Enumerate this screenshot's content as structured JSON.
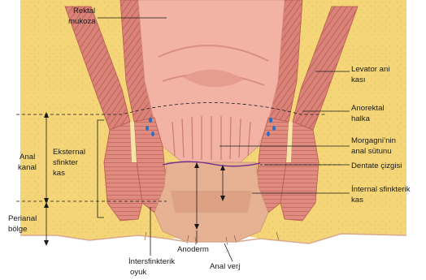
{
  "diagram": {
    "labels": {
      "rektal_mukoza": [
        "Rektal",
        "mukoza"
      ],
      "levator_ani": [
        "Levator ani",
        "kası"
      ],
      "anorektal_halka": [
        "Anorektal",
        "halka"
      ],
      "morgagni": [
        "Morgagni’nin",
        "anal sütunu"
      ],
      "dentate": [
        "Dentate çizgisi"
      ],
      "internal_sfinkter": [
        "İnternal sfinkterik",
        "kas"
      ],
      "anal_kanal": [
        "Anal",
        "kanal"
      ],
      "eksternal_sfinkter": [
        "Eksternal",
        "sfinkter",
        "kas"
      ],
      "perianal": [
        "Perianal",
        "bölge"
      ],
      "anoderm": [
        "Anoderm"
      ],
      "intersfinkterik": [
        "İntersfinkterik",
        "oyuk"
      ],
      "anal_verj": [
        "Anal verj"
      ]
    },
    "colors": {
      "fat": "#f4d679",
      "muscle": "#d98278",
      "muscle_stripe": "#b95b52",
      "mucosa": "#f2b3a5",
      "anoderm": "#e7b294",
      "dentate_line": "#6a2a8c",
      "lumen_dark": "#c77c6c"
    }
  }
}
